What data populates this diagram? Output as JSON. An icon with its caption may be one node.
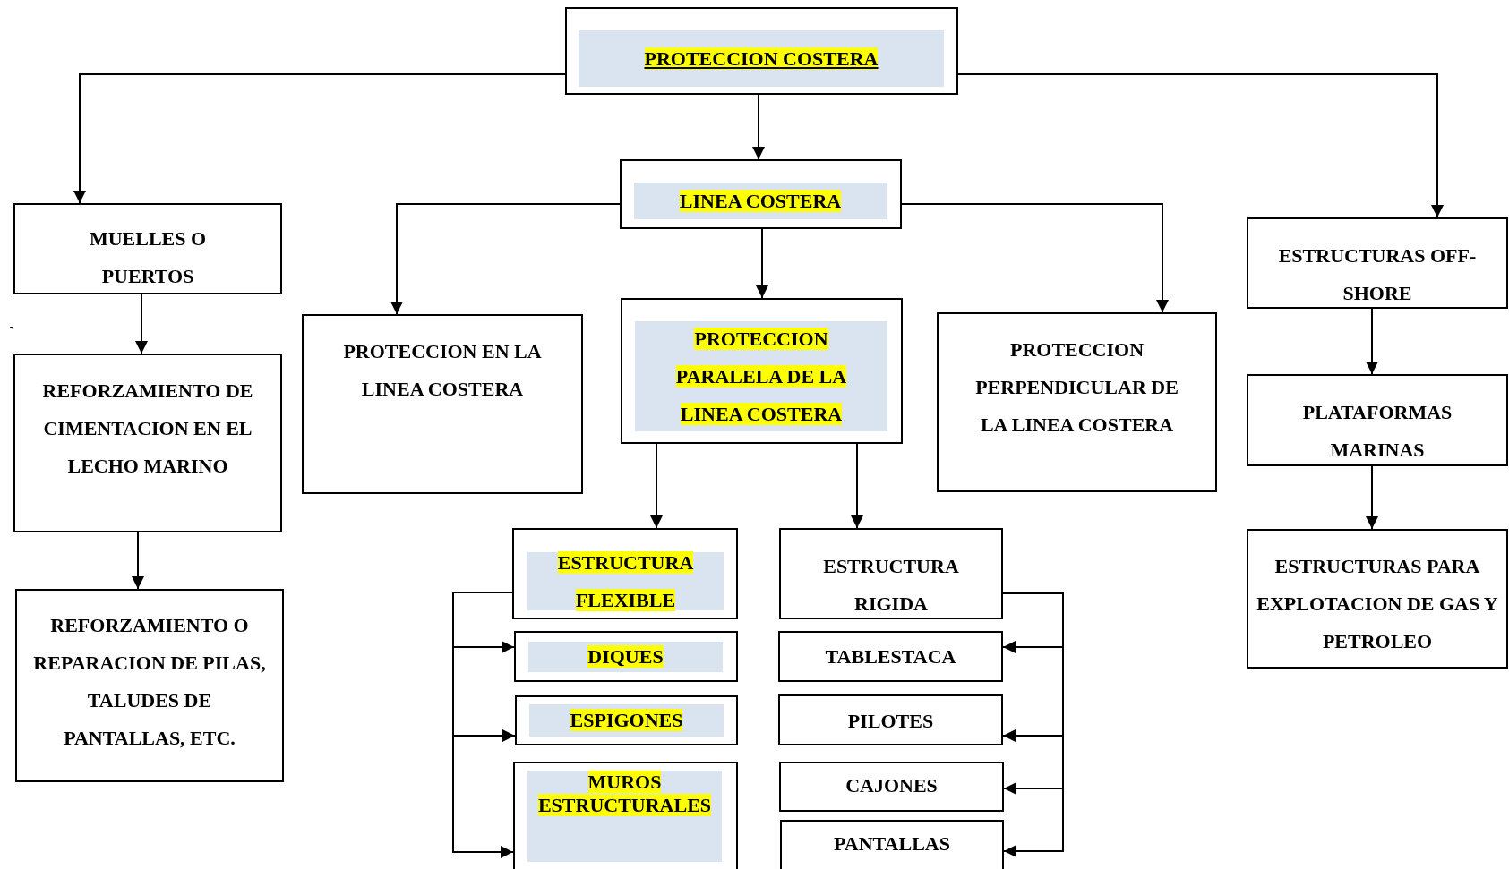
{
  "diagram": {
    "nodes": [
      {
        "text": [
          "PROTECCION COSTERA"
        ]
      },
      {
        "text": [
          "LINEA COSTERA"
        ]
      },
      {
        "text": [
          "MUELLES O PUERTOS"
        ]
      },
      {
        "text": [
          "REFORZAMIENTO DE CIMENTACION EN EL LECHO MARINO"
        ]
      },
      {
        "text": [
          "REFORZAMIENTO O REPARACION DE PILAS, TALUDES DE PANTALLAS, ETC."
        ]
      },
      {
        "text": [
          "PROTECCION EN LA LINEA COSTERA"
        ]
      },
      {
        "text": [
          "PROTECCION PARALELA DE LA LINEA COSTERA"
        ]
      },
      {
        "text": [
          "PROTECCION PERPENDICULAR DE LA LINEA COSTERA"
        ]
      },
      {
        "text": [
          "ESTRUCTURAS OFF-SHORE"
        ]
      },
      {
        "text": [
          "PLATAFORMAS MARINAS"
        ]
      },
      {
        "text": [
          "ESTRUCTURAS PARA EXPLOTACION DE GAS Y PETROLEO"
        ]
      },
      {
        "text": [
          "ESTRUCTURA FLEXIBLE"
        ]
      },
      {
        "text": [
          "DIQUES"
        ]
      },
      {
        "text": [
          "ESPIGONES"
        ]
      },
      {
        "text": [
          "MUROS ESTRUCTURALES"
        ]
      },
      {
        "text": [
          "ESTRUCTURA RIGIDA"
        ]
      },
      {
        "text": [
          "TABLESTACA"
        ]
      },
      {
        "text": [
          "PILOTES"
        ]
      },
      {
        "text": [
          "CAJONES"
        ]
      },
      {
        "text": [
          "PANTALLAS"
        ]
      }
    ],
    "edges": [
      {
        "from": 0,
        "to": 2,
        "arrow": "to"
      },
      {
        "from": 0,
        "to": 1,
        "arrow": "to"
      },
      {
        "from": 0,
        "to": 8,
        "arrow": "to"
      },
      {
        "from": 1,
        "to": 5,
        "arrow": "to"
      },
      {
        "from": 1,
        "to": 6,
        "arrow": "to"
      },
      {
        "from": 1,
        "to": 7,
        "arrow": "to"
      },
      {
        "from": 2,
        "to": 3,
        "arrow": "to"
      },
      {
        "from": 3,
        "to": 4,
        "arrow": "to"
      },
      {
        "from": 6,
        "to": 11,
        "arrow": "to"
      },
      {
        "from": 6,
        "to": 15,
        "arrow": "to"
      },
      {
        "from": 11,
        "to": 12,
        "arrow": "to"
      },
      {
        "from": 11,
        "to": 13,
        "arrow": "to"
      },
      {
        "from": 11,
        "to": 14,
        "arrow": "to"
      },
      {
        "from": 15,
        "to": 16,
        "arrow": "to"
      },
      {
        "from": 15,
        "to": 17,
        "arrow": "to"
      },
      {
        "from": 15,
        "to": 18,
        "arrow": "to"
      },
      {
        "from": 15,
        "to": 19,
        "arrow": "to"
      },
      {
        "from": 8,
        "to": 9,
        "arrow": "to"
      },
      {
        "from": 9,
        "to": 10,
        "arrow": "to"
      }
    ],
    "labels": [
      "`"
    ]
  }
}
